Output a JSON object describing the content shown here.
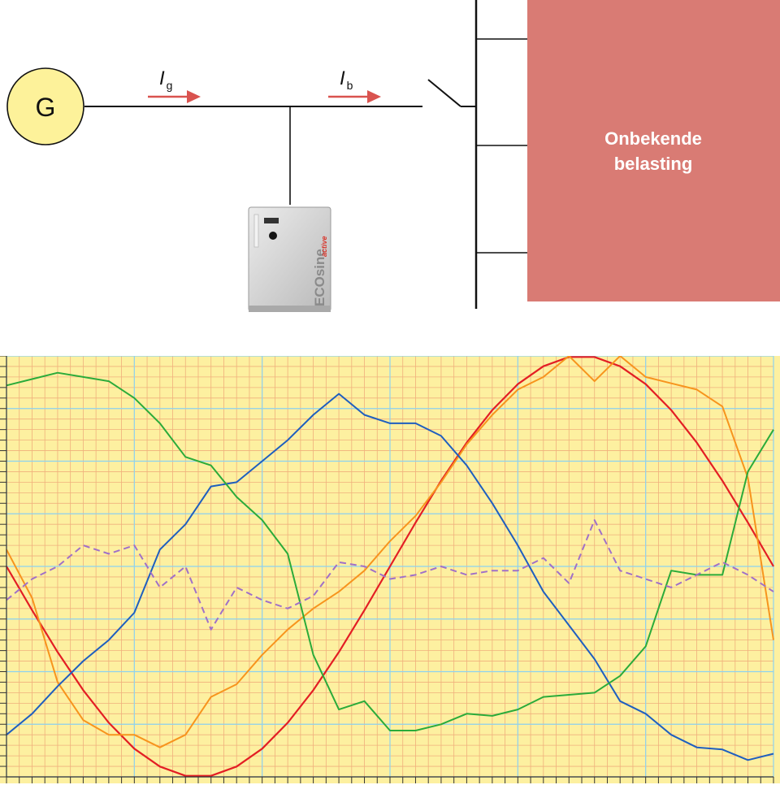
{
  "diagram": {
    "generator_label": "G",
    "current_g": {
      "symbol": "I",
      "subscript": "g"
    },
    "current_b": {
      "symbol": "I",
      "subscript": "b"
    },
    "load_label_line1": "Onbekende",
    "load_label_line2": "belasting",
    "device_brand": "ECOsine",
    "device_variant": "active",
    "colors": {
      "generator_fill": "#fdf29a",
      "load_fill": "#d97b74",
      "arrow": "#d9534f",
      "device_body": "#d8d8d8"
    }
  },
  "chart_data": {
    "type": "line",
    "x": [
      0,
      1,
      2,
      3,
      4,
      5,
      6,
      7,
      8,
      9,
      10,
      11,
      12,
      13,
      14,
      15,
      16,
      17,
      18,
      19,
      20,
      21,
      22,
      23,
      24,
      25,
      26,
      27,
      28,
      29,
      30
    ],
    "xlim": [
      0,
      30
    ],
    "ylim": [
      -100,
      100
    ],
    "grid": true,
    "colors": {
      "background": "#fdf0a0",
      "grid_major": "#8dd3f0",
      "grid_minor": "#f0b07c"
    },
    "series": [
      {
        "color": "#e31e24",
        "style": "solid",
        "values": [
          0,
          -20.8,
          -40.7,
          -58.8,
          -74.3,
          -86.6,
          -95.1,
          -99.5,
          -99.5,
          -95.1,
          -86.6,
          -74.3,
          -58.8,
          -40.7,
          -20.8,
          0,
          20.8,
          40.7,
          58.8,
          74.3,
          86.6,
          95.1,
          99.5,
          99.5,
          95.1,
          86.6,
          74.3,
          58.8,
          40.7,
          20.8,
          0
        ]
      },
      {
        "color": "#f7941d",
        "style": "solid",
        "values": [
          8,
          -15,
          -55,
          -73,
          -80,
          -80,
          -86,
          -80,
          -62,
          -56,
          -42,
          -30,
          -20,
          -12,
          -2,
          12,
          24,
          40,
          58,
          72,
          84,
          90,
          100,
          88,
          100,
          90,
          87,
          84,
          76,
          42,
          -35
        ]
      },
      {
        "color": "#1f5fbf",
        "style": "solid",
        "values": [
          -80,
          -70,
          -57,
          -45,
          -35,
          -22,
          8,
          20,
          38,
          40,
          50,
          60,
          72,
          82,
          72,
          68,
          68,
          62,
          48,
          30,
          10,
          -12,
          -28,
          -44,
          -64,
          -70,
          -80,
          -86,
          -87,
          -92,
          -89
        ]
      },
      {
        "color": "#2bab3a",
        "style": "solid",
        "values": [
          86,
          89,
          92,
          90,
          88,
          80,
          68,
          52,
          48,
          33,
          22,
          6,
          -42,
          -68,
          -64,
          -78,
          -78,
          -75,
          -70,
          -71,
          -68,
          -62,
          -61,
          -60,
          -52,
          -38,
          -2,
          -4,
          -4,
          45,
          65
        ]
      },
      {
        "color": "#a070c8",
        "style": "dashed",
        "values": [
          -16,
          -6,
          0,
          10,
          6,
          10,
          -10,
          0,
          -30,
          -10,
          -16,
          -20,
          -14,
          2,
          0,
          -6,
          -4,
          0,
          -4,
          -2,
          -2,
          4,
          -8,
          22,
          -2,
          -6,
          -10,
          -4,
          2,
          -4,
          -12
        ]
      }
    ]
  }
}
